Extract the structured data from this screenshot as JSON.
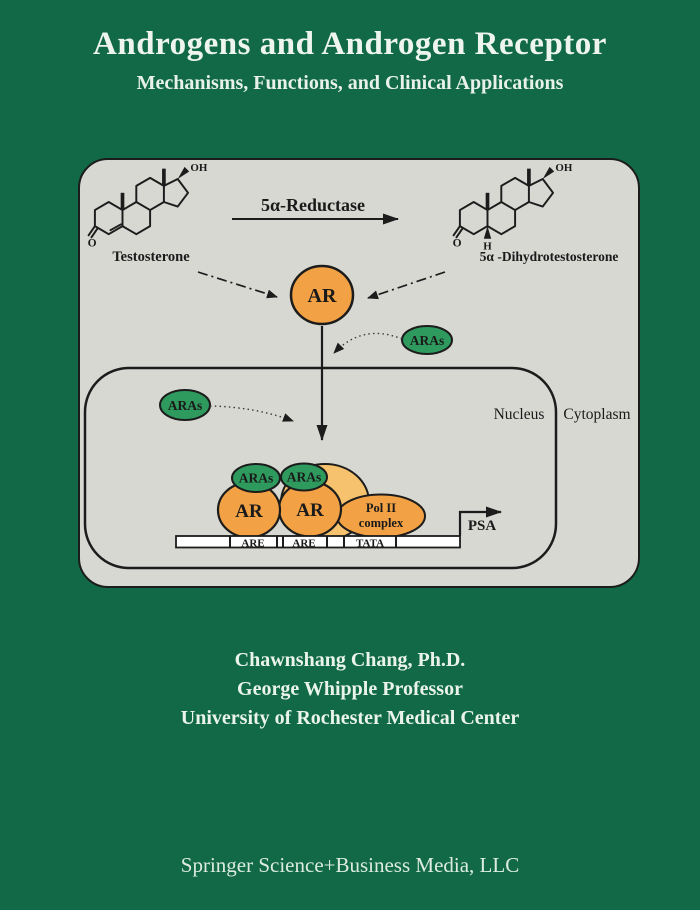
{
  "cover": {
    "title": "Androgens and Androgen Receptor",
    "subtitle": "Mechanisms, Functions, and Clinical Applications"
  },
  "diagram": {
    "reaction": {
      "enzyme": "5α-Reductase",
      "substrate": "Testosterone",
      "product": "5α -Dihydrotestosterone"
    },
    "atoms": {
      "hydroxyl": "OH",
      "ketone": "O",
      "hydrogen": "H"
    },
    "receptor_label": "AR",
    "coactivator_label": "ARAs",
    "compartments": {
      "nucleus": "Nucleus",
      "cytoplasm": "Cytoplasm"
    },
    "transcription": {
      "polii_line1": "Pol II",
      "polii_line2": "complex",
      "response_element": "ARE",
      "tata_box": "TATA",
      "gene_label": "PSA"
    },
    "colors": {
      "background_green": "#116948",
      "panel_gray": "#d7d8d2",
      "receptor_orange": "#f2a144",
      "complex_light_orange": "#f6c26d",
      "coactivator_green": "#2e9a5e",
      "line_black": "#1c1c1c",
      "title_offwhite": "#edf5ee"
    }
  },
  "author": {
    "name": "Chawnshang Chang, Ph.D.",
    "title": "George Whipple Professor",
    "institution": "University of Rochester Medical Center"
  },
  "publisher": {
    "name": "Springer Science+Business Media, LLC"
  }
}
